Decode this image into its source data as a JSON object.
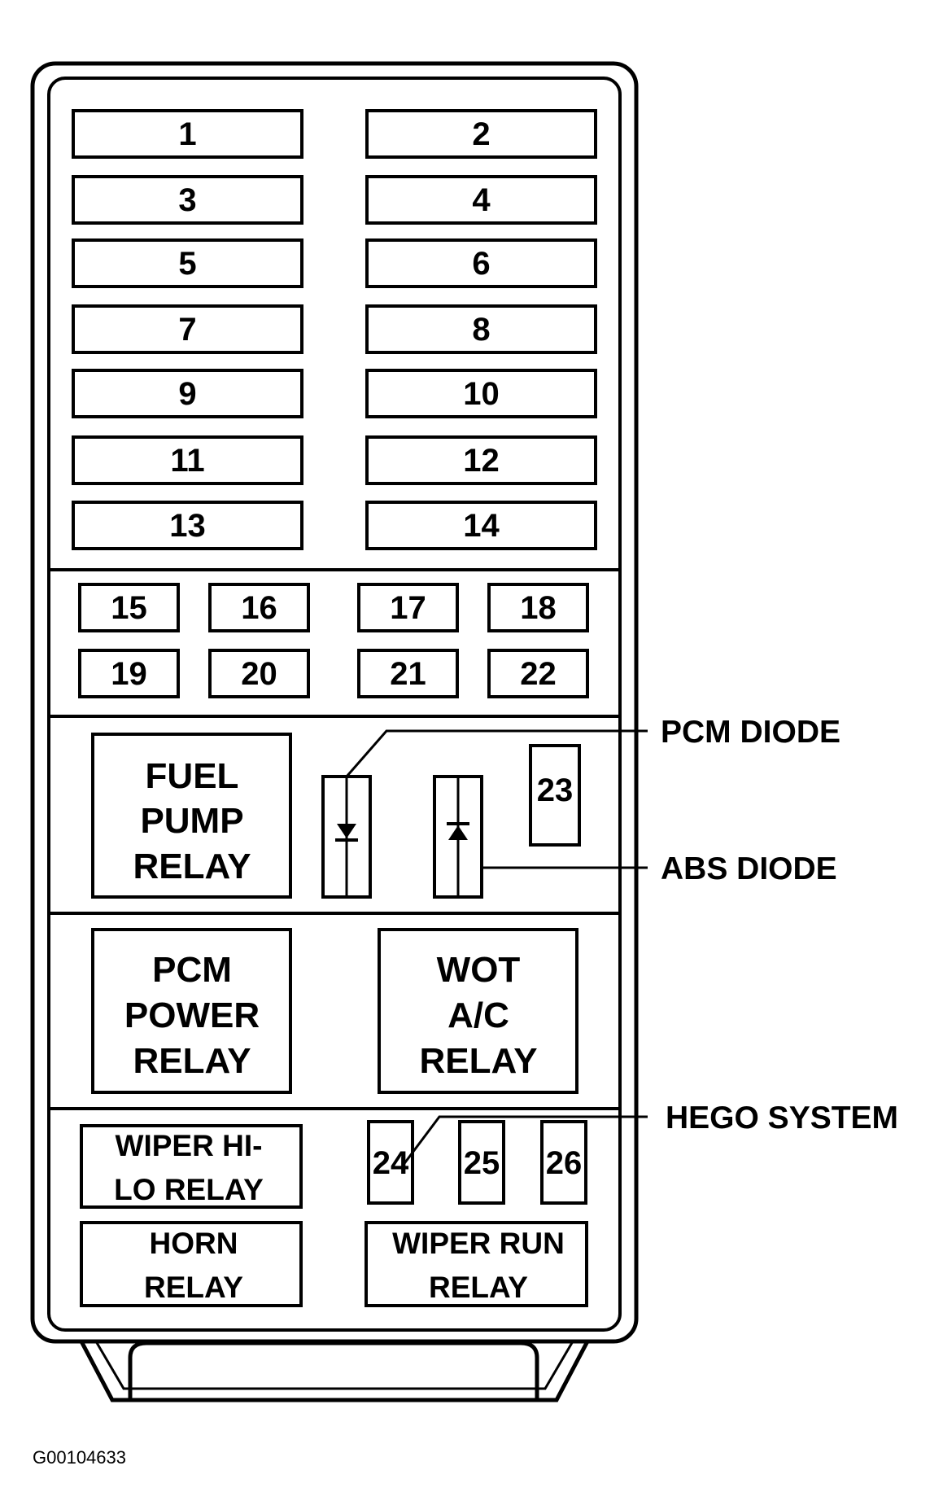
{
  "fuses_large": [
    "1",
    "2",
    "3",
    "4",
    "5",
    "6",
    "7",
    "8",
    "9",
    "10",
    "11",
    "12",
    "13",
    "14"
  ],
  "fuses_small": [
    "15",
    "16",
    "17",
    "18",
    "19",
    "20",
    "21",
    "22"
  ],
  "fuse_23": "23",
  "fuses_hego": [
    "24",
    "25",
    "26"
  ],
  "relays": {
    "fuel_pump": [
      "FUEL",
      "PUMP",
      "RELAY"
    ],
    "pcm_power": [
      "PCM",
      "POWER",
      "RELAY"
    ],
    "wot_ac": [
      "WOT",
      "A/C",
      "RELAY"
    ],
    "wiper_hilo": [
      "WIPER HI-",
      "LO RELAY"
    ],
    "horn": [
      "HORN",
      "RELAY"
    ],
    "wiper_run": [
      "WIPER RUN",
      "RELAY"
    ]
  },
  "callouts": {
    "pcm_diode": "PCM DIODE",
    "abs_diode": "ABS DIODE",
    "hego_system": "HEGO SYSTEM"
  },
  "figure_code": "G00104633"
}
